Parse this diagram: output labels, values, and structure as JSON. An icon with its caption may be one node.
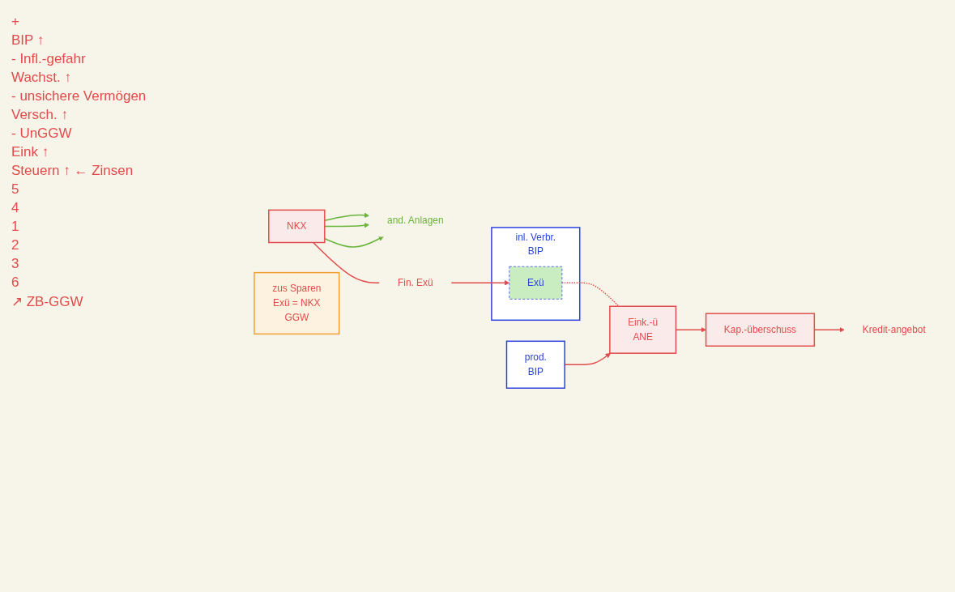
{
  "diagram": {
    "nodes": [
      {
        "text": [
          "NKX"
        ]
      },
      {
        "text": [
          "Kredit-angebot"
        ]
      },
      {
        "text": [
          "and. Anlagen"
        ]
      },
      {
        "text": [
          "Fin. Exü"
        ]
      },
      {
        "text": [
          "prod.",
          "BIP"
        ]
      },
      {
        "text": [
          "inl. Verbr.",
          "BIP"
        ]
      },
      {
        "text": [
          "Exü"
        ],
        "in": 5
      },
      {
        "text": [
          "Eink.-ü",
          "ANE"
        ]
      },
      {
        "text": [
          "Kap.-überschuss"
        ]
      },
      {
        "text": [
          "zus Sparen",
          "Exü = NKX",
          "GGW"
        ]
      }
    ],
    "edges": [
      {
        "from": 0,
        "to": 2,
        "arrow": "to",
        "color": "#6ab43c"
      },
      {
        "from": 0,
        "to": 2,
        "arrow": "to",
        "color": "#6ab43c"
      },
      {
        "from": 0,
        "to": 2,
        "arrow": "to",
        "color": "#6ab43c"
      },
      {
        "from": 0,
        "to": 3,
        "arrow": "none"
      },
      {
        "from": 3,
        "to": 6,
        "arrow": "to"
      },
      {
        "from": 6,
        "to": 7,
        "arrow": "none",
        "style": "dashed"
      },
      {
        "from": 4,
        "to": 7,
        "arrow": "to"
      },
      {
        "from": 7,
        "to": 8,
        "arrow": "to"
      },
      {
        "from": 8,
        "to": 1,
        "arrow": "to"
      }
    ],
    "labels": [
      "+",
      "BIP ↑",
      "- Infl.-gefahr",
      "Wachst. ↑",
      "- unsichere Vermögen",
      "Versch. ↑",
      "- UnGGW",
      "Eink ↑",
      "Steuern ↑ ← Zinsen",
      "5",
      "4",
      "1",
      "2",
      "3",
      "6",
      "↗ ZB-GGW"
    ]
  }
}
